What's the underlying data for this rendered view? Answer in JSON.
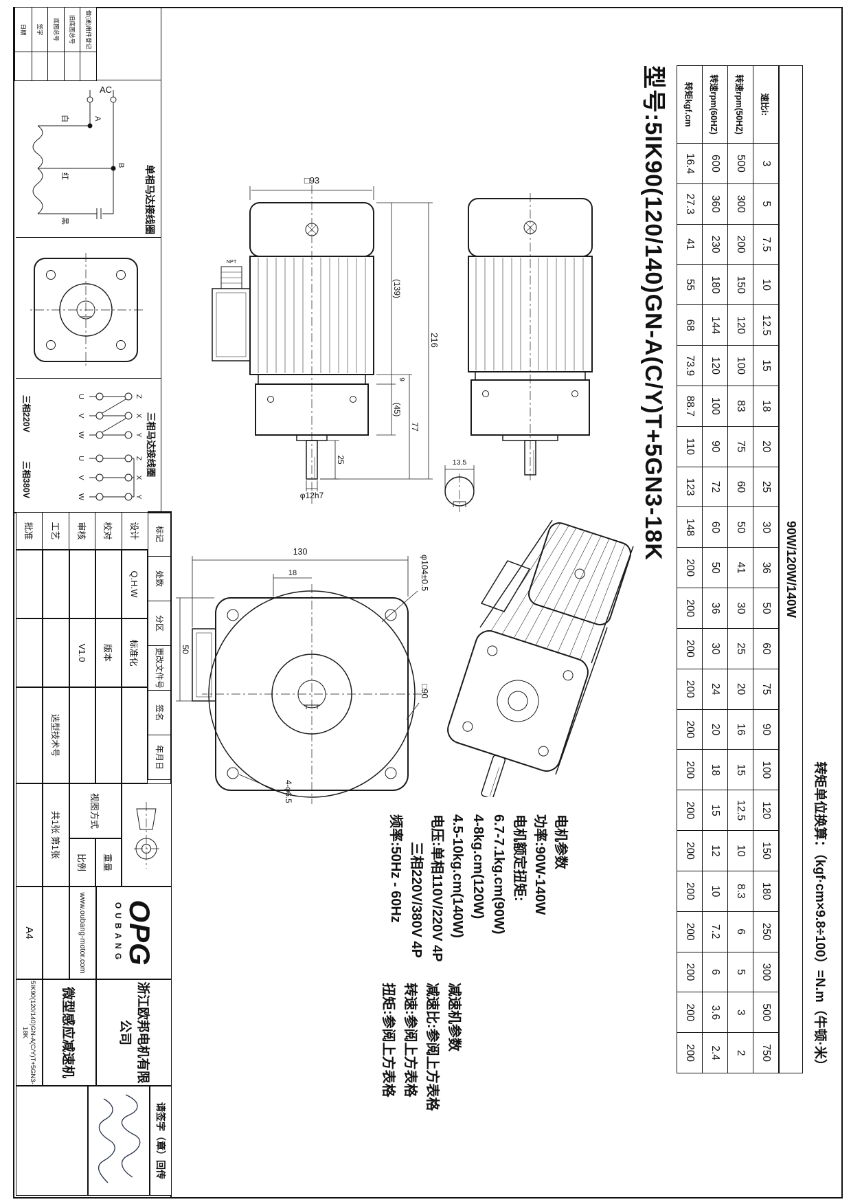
{
  "sheet": {
    "torque_note": "转矩单位换算：（kgf·cm×9.8÷100）=N.m（牛顿·米）",
    "title": "型号:5IK90(120/140)GN-A(C/Y)T+5GN3-18K"
  },
  "spec_table": {
    "power_header": "90W/120W/140W",
    "rows": [
      {
        "label": "速比i:",
        "values": [
          "3",
          "5",
          "7.5",
          "10",
          "12.5",
          "15",
          "18",
          "20",
          "25",
          "30",
          "36",
          "50",
          "60",
          "75",
          "90",
          "100",
          "120",
          "150",
          "180",
          "250",
          "300",
          "500",
          "750"
        ]
      },
      {
        "label": "转速rpm(50HZ)",
        "values": [
          "500",
          "300",
          "200",
          "150",
          "120",
          "100",
          "83",
          "75",
          "60",
          "50",
          "41",
          "30",
          "25",
          "20",
          "16",
          "15",
          "12.5",
          "10",
          "8.3",
          "6",
          "5",
          "3",
          "2"
        ]
      },
      {
        "label": "转速rpm(60HZ)",
        "values": [
          "600",
          "360",
          "230",
          "180",
          "144",
          "120",
          "100",
          "90",
          "72",
          "60",
          "50",
          "36",
          "30",
          "24",
          "20",
          "18",
          "15",
          "12",
          "10",
          "7.2",
          "6",
          "3.6",
          "2.4"
        ]
      },
      {
        "label": "转矩kgf.cm",
        "values": [
          "16.4",
          "27.3",
          "41",
          "55",
          "68",
          "73.9",
          "88.7",
          "110",
          "123",
          "148",
          "200",
          "200",
          "200",
          "200",
          "200",
          "200",
          "200",
          "200",
          "200",
          "200",
          "200",
          "200",
          "200"
        ]
      }
    ]
  },
  "params": {
    "motor": [
      "电机参数",
      "功率:90W-140W",
      "电机额定扭矩:",
      "6.7-7.1kg.cm(90W)",
      "4-8kg.cm(120W)",
      "4.5-10kg.cm(140W)",
      "电压:单相110V/220V 4P",
      "　　三相220V/380V 4P",
      "频率:50Hz - 60Hz"
    ],
    "reducer": [
      "减速机参数",
      "减速比:参阅上方表格",
      "转速:参阅上方表格",
      "扭矩:参阅上方表格"
    ]
  },
  "views": {
    "front": {
      "square": "□93",
      "total": "216",
      "front_len": "77",
      "motor_len": "(139)",
      "gap": "9",
      "gear_len": "(45)",
      "shaft_len": "25",
      "shaft_dia": "φ12h7",
      "gland": "NPT"
    },
    "face": {
      "height": "130",
      "key_offset": "18",
      "box_offset": "50",
      "pilot": "φ104±0.5",
      "square": "□90",
      "holes": "4-φ6.5"
    },
    "key_detail": {
      "width": "13.5"
    }
  },
  "wiring": {
    "single_phase": {
      "title": "单相马达接线圈",
      "source": "AC",
      "node_a": "A",
      "node_b": "B",
      "wire_white": "白",
      "wire_red": "红",
      "wire_black": "黑"
    },
    "three_phase": {
      "title": "三相马达接线圈",
      "label_220": "三相220V",
      "label_380": "三相380V",
      "top_terminals": [
        "Z",
        "X",
        "Y"
      ],
      "bottom_terminals": [
        "U",
        "V",
        "W"
      ]
    }
  },
  "margin_block": {
    "rows": [
      "借(通)用件登记",
      "旧底图总号",
      "底图总号",
      "签字",
      "日期"
    ]
  },
  "title_block": {
    "revision_header": [
      "标记",
      "处数",
      "分区",
      "更改文件号",
      "签名",
      "年月日"
    ],
    "roles": [
      "设计",
      "校对",
      "审核",
      "工艺",
      "批准"
    ],
    "designer": "Q.H.W",
    "standardization": "标准化",
    "version_label": "版本",
    "version": "V1.0",
    "selection_no_label": "选型技术号",
    "view_method_label": "视图方式",
    "weight_label": "重量",
    "scale_label": "比例",
    "sheet_count": "共1张 第1张",
    "paper_size": "A4",
    "logo_main": "OPG",
    "logo_sub": "OUBANG",
    "website": "www.oubang-motor.com",
    "company_line1": "浙江欧邦电机有限",
    "company_line2": "公司",
    "product_name": "微型感应减速机",
    "part_number": "5IK90(120/140)GN-A(C/Y)T+5GN3-18K",
    "sign_request": "请签字（章）回传"
  }
}
